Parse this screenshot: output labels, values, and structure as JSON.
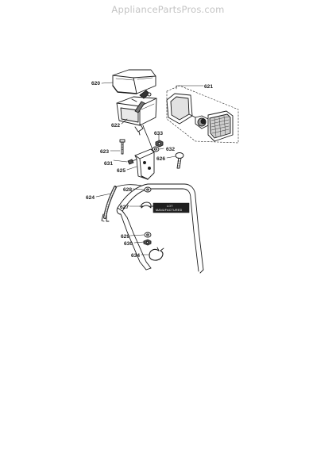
{
  "watermark": "AppliancePartsPros.com",
  "diagram": {
    "parts": [
      {
        "id": "620",
        "name": "lamp-housing-cover"
      },
      {
        "id": "621",
        "name": "headlight-lens-assembly"
      },
      {
        "id": "622",
        "name": "lamp-housing-base"
      },
      {
        "id": "623",
        "name": "bolt"
      },
      {
        "id": "624",
        "name": "wire-harness"
      },
      {
        "id": "625",
        "name": "mounting-bracket"
      },
      {
        "id": "626",
        "name": "carriage-bolt"
      },
      {
        "id": "627",
        "name": "clamp"
      },
      {
        "id": "628",
        "name": "washer"
      },
      {
        "id": "629",
        "name": "washer"
      },
      {
        "id": "630",
        "name": "nut"
      },
      {
        "id": "631",
        "name": "screw"
      },
      {
        "id": "632",
        "name": "washer"
      },
      {
        "id": "633",
        "name": "nut"
      },
      {
        "id": "634",
        "name": "hose-clamp"
      }
    ],
    "tag_text": [
      "LOT",
      "MANUFACTURED"
    ]
  }
}
